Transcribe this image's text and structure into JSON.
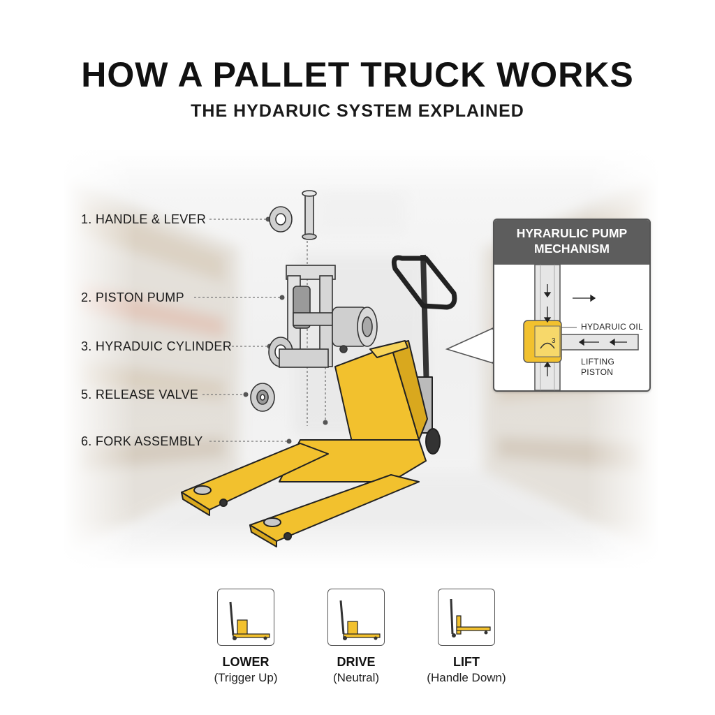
{
  "header": {
    "title": "HOW A PALLET TRUCK WORKS",
    "subtitle": "THE HYDARUIC SYSTEM EXPLAINED"
  },
  "parts": [
    {
      "label": "1. HANDLE & LEVER",
      "icon": "handle-lever-parts-icon"
    },
    {
      "label": "2. PISTON PUMP",
      "icon": "piston-pump-icon"
    },
    {
      "label": "3. HYRADUIC CYLINDER",
      "icon": "hydraulic-cylinder-icon"
    },
    {
      "label": "5. RELEASE VALVE",
      "icon": "release-valve-icon"
    },
    {
      "label": "6. FORK ASSEMBLY",
      "icon": "fork-assembly-icon"
    }
  ],
  "inset": {
    "title_line1": "HYRARULIC PUMP",
    "title_line2": "MECHANISM",
    "oil_label": "HYDARUIC OIL",
    "piston_label_line1": "LIFTING",
    "piston_label_line2": "PISTON"
  },
  "modes": [
    {
      "name": "LOWER",
      "desc": "(Trigger Up)"
    },
    {
      "name": "DRIVE",
      "desc": "(Neutral)"
    },
    {
      "name": "LIFT",
      "desc": "(Handle Down)"
    }
  ],
  "colors": {
    "fork_yellow": "#f2c12e",
    "fork_shadow": "#d9a81e",
    "outline": "#222222",
    "inset_header": "#5d5d5d"
  }
}
